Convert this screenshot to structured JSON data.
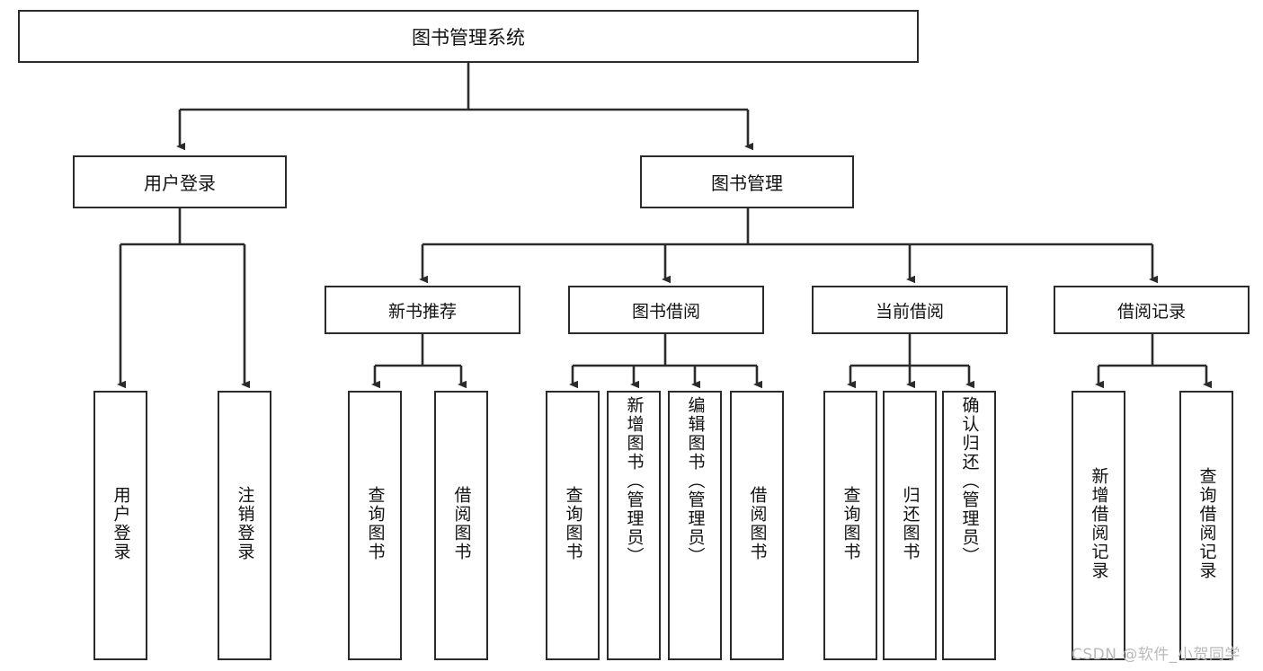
{
  "diagram": {
    "title": "图书管理系统",
    "type": "tree-hierarchy",
    "root": {
      "label": "图书管理系统"
    },
    "level1": [
      {
        "label": "用户登录"
      },
      {
        "label": "图书管理"
      }
    ],
    "level2": [
      {
        "label": "新书推荐",
        "parent": "图书管理"
      },
      {
        "label": "图书借阅",
        "parent": "图书管理"
      },
      {
        "label": "当前借阅",
        "parent": "图书管理"
      },
      {
        "label": "借阅记录",
        "parent": "图书管理"
      }
    ],
    "leaves": {
      "user_login": [
        {
          "label": "用户登录"
        },
        {
          "label": "注销登录"
        }
      ],
      "new_book_recommend": [
        {
          "label": "查询图书"
        },
        {
          "label": "借阅图书"
        }
      ],
      "book_borrow": [
        {
          "label": "查询图书"
        },
        {
          "label": "新增图书（管理员）"
        },
        {
          "label": "编辑图书（管理员）"
        },
        {
          "label": "借阅图书"
        }
      ],
      "current_borrow": [
        {
          "label": "查询图书"
        },
        {
          "label": "归还图书"
        },
        {
          "label": "确认归还（管理员）"
        }
      ],
      "borrow_record": [
        {
          "label": "新增借阅记录"
        },
        {
          "label": "查询借阅记录"
        }
      ]
    }
  },
  "watermark": {
    "text": "CSDN @软件_小贺同学"
  },
  "colors": {
    "stroke": "#2b2b2b",
    "fill": "#ffffff",
    "text": "#111111",
    "watermark": "#b9b9b9"
  }
}
